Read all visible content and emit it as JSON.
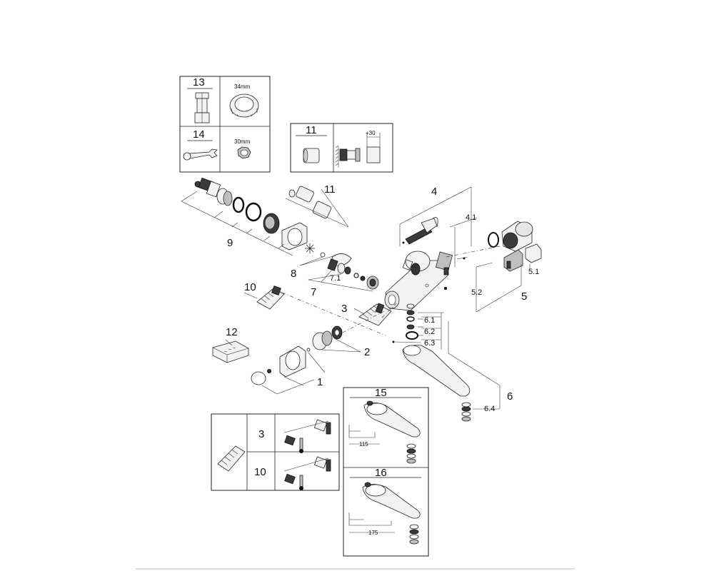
{
  "inset_13": {
    "number": "13",
    "size": "34mm"
  },
  "inset_14": {
    "number": "14",
    "size": "30mm"
  },
  "inset_11": {
    "number": "11",
    "offset": "+30"
  },
  "labels": {
    "l1": "1",
    "l2": "2",
    "l3": "3",
    "l4": "4",
    "l4_1": "4.1",
    "l5": "5",
    "l5_1": "5.1",
    "l5_2": "5.2",
    "l6": "6",
    "l6_1": "6.1",
    "l6_2": "6.2",
    "l6_3": "6.3",
    "l6_4": "6.4",
    "l7": "7",
    "l7_1": "7.1",
    "l8": "8",
    "l9": "9",
    "l10": "10",
    "l11": "11",
    "l12": "12"
  },
  "table_3_10": {
    "row1": "3",
    "row2": "10"
  },
  "inset_15": {
    "number": "15",
    "dim": "115"
  },
  "inset_16": {
    "number": "16",
    "dim": "175"
  }
}
